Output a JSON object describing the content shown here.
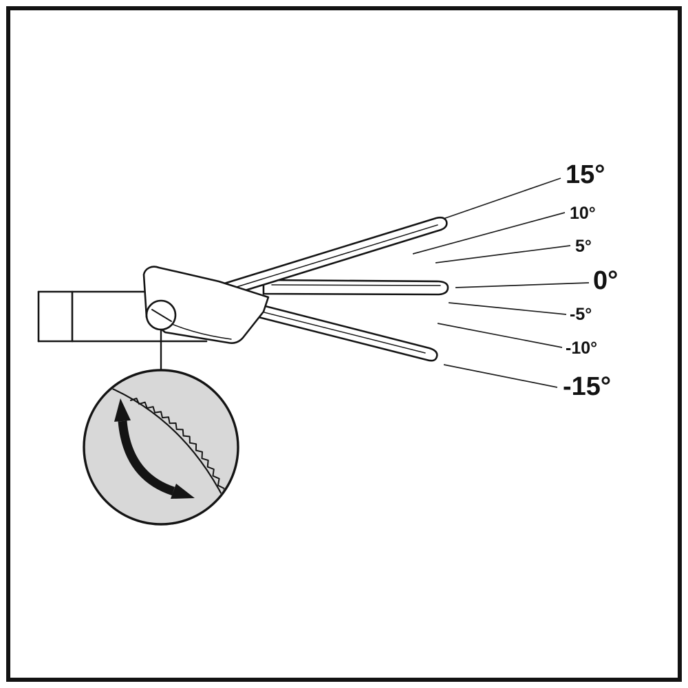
{
  "angles": [
    "15°",
    "10°",
    "5°",
    "0°",
    "-5°",
    "-10°",
    "-15°"
  ],
  "colors": {
    "ink": "#141414",
    "frame": "#121212",
    "background": "#ffffff",
    "detail_fill": "#d8d8d8"
  },
  "icons": {
    "rotation_arrow": "curved-double-headed-arrow-icon",
    "ratchet_teeth": "ratchet-teeth-detail",
    "pivot": "pivot-joint-circle"
  }
}
